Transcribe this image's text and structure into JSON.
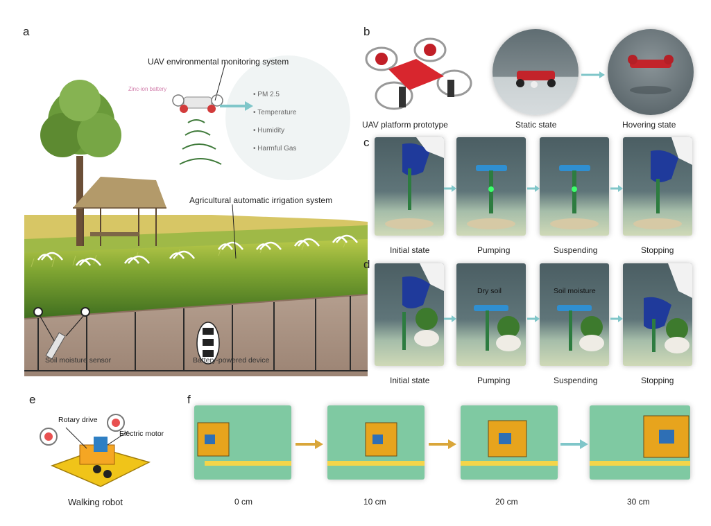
{
  "panels": {
    "a": {
      "letter": "a",
      "uav_title": "UAV environmental monitoring system",
      "battery_label": "Zinc-ion battery",
      "metrics": [
        "PM 2.5",
        "Temperature",
        "Humidity",
        "Harmful Gas"
      ],
      "irrigation_title": "Agricultural automatic irrigation system",
      "soil_sensor_label": "Soil moisture sensor",
      "battery_device_label": "Battery-powered device"
    },
    "b": {
      "letter": "b",
      "captions": [
        "UAV platform prototype",
        "Static state",
        "Hovering state"
      ]
    },
    "c": {
      "letter": "c",
      "captions": [
        "Initial state",
        "Pumping",
        "Suspending",
        "Stopping"
      ]
    },
    "d": {
      "letter": "d",
      "captions": [
        "Initial state",
        "Pumping",
        "Suspending",
        "Stopping"
      ],
      "dry_soil": "Dry soil",
      "soil_moisture": "Soil moisture"
    },
    "e": {
      "letter": "e",
      "rotary": "Rotary drive",
      "motor": "Electric motor",
      "caption": "Walking robot"
    },
    "f": {
      "letter": "f",
      "captions": [
        "0 cm",
        "10 cm",
        "20 cm",
        "30 cm"
      ]
    }
  },
  "colors": {
    "accent_arrow": "#7fc6c9",
    "robot_arrow": "#d9a63a",
    "field_green": "#6f9a2c",
    "soil": "#a38a7a"
  }
}
